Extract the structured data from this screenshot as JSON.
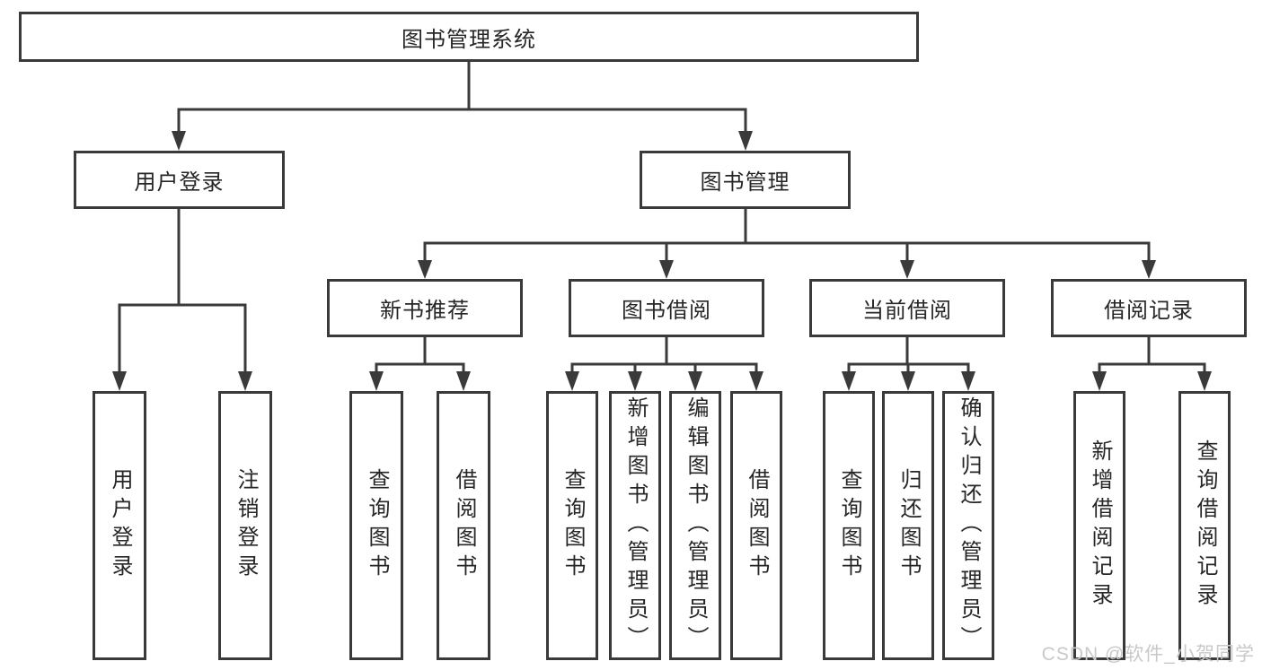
{
  "diagram": {
    "root": {
      "label": "图书管理系统"
    },
    "branches": [
      {
        "label": "用户登录",
        "children": [
          {
            "label": "用户登录"
          },
          {
            "label": "注销登录"
          }
        ]
      },
      {
        "label": "图书管理",
        "children": [
          {
            "label": "新书推荐",
            "children": [
              {
                "label": "查询图书"
              },
              {
                "label": "借阅图书"
              }
            ]
          },
          {
            "label": "图书借阅",
            "children": [
              {
                "label": "查询图书"
              },
              {
                "label": "新增图书（管理员）"
              },
              {
                "label": "编辑图书（管理员）"
              },
              {
                "label": "借阅图书"
              }
            ]
          },
          {
            "label": "当前借阅",
            "children": [
              {
                "label": "查询图书"
              },
              {
                "label": "归还图书"
              },
              {
                "label": "确认归还（管理员）"
              }
            ]
          },
          {
            "label": "借阅记录",
            "children": [
              {
                "label": "新增借阅记录"
              },
              {
                "label": "查询借阅记录"
              }
            ]
          }
        ]
      }
    ]
  },
  "watermark": "CSDN @软件_小贺同学",
  "colors": {
    "line": "#3a3a3a",
    "box_border": "#3a3a3a",
    "box_fill": "#ffffff",
    "text": "#262626",
    "watermark": "#c9c9c9",
    "background": "#ffffff"
  }
}
